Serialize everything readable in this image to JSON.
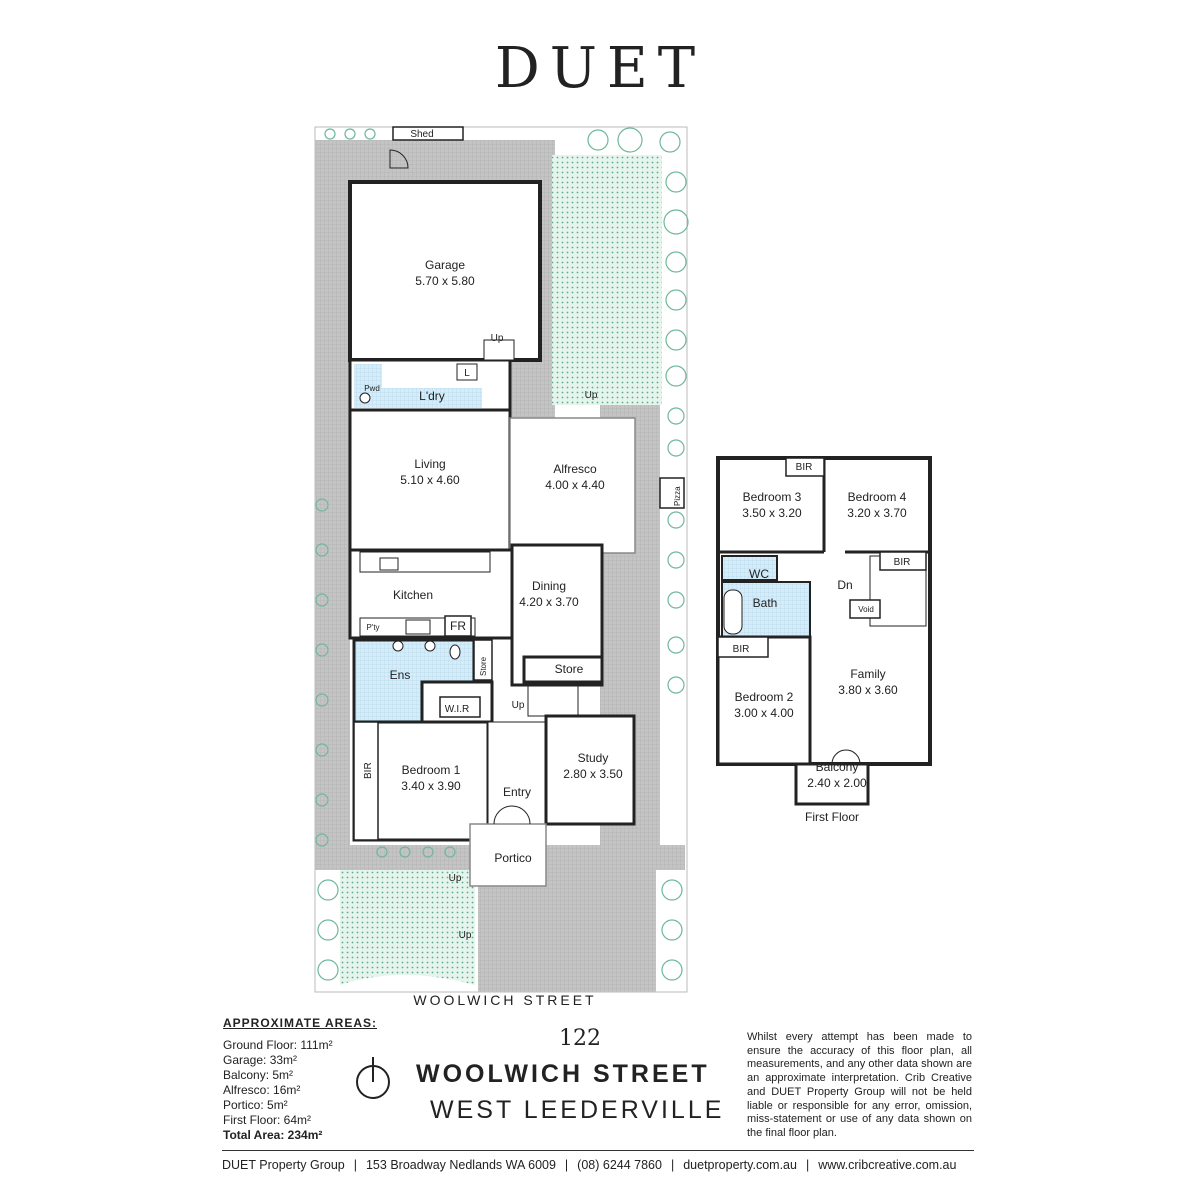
{
  "brand": "DUET",
  "ground": {
    "rooms": [
      {
        "name": "Garage",
        "dims": "5.70 x 5.80"
      },
      {
        "name": "Living",
        "dims": "5.10 x 4.60"
      },
      {
        "name": "Alfresco",
        "dims": "4.00 x 4.40"
      },
      {
        "name": "Dining",
        "dims": "4.20 x 3.70"
      },
      {
        "name": "Bedroom 1",
        "dims": "3.40 x 3.90"
      },
      {
        "name": "Study",
        "dims": "2.80 x 3.50"
      }
    ],
    "labels": {
      "shed": "Shed",
      "pwd": "Pwd",
      "ldry": "L'dry",
      "l": "L",
      "up": "Up",
      "kitchen": "Kitchen",
      "pty": "P'ty",
      "fr": "FR",
      "store_v": "Store",
      "ens": "Ens",
      "wir": "W.I.R",
      "store": "Store",
      "bir": "BIR",
      "entry": "Entry",
      "portico": "Portico",
      "pizza": "Pizza"
    }
  },
  "first": {
    "rooms": [
      {
        "name": "Bedroom 3",
        "dims": "3.50 x 3.20"
      },
      {
        "name": "Bedroom 4",
        "dims": "3.20 x 3.70"
      },
      {
        "name": "Bedroom 2",
        "dims": "3.00 x 4.00"
      },
      {
        "name": "Family",
        "dims": "3.80 x 3.60"
      },
      {
        "name": "Balcony",
        "dims": "2.40 x 2.00"
      }
    ],
    "labels": {
      "bir": "BIR",
      "wc": "WC",
      "bath": "Bath",
      "dn": "Dn",
      "void": "Void",
      "title": "First Floor"
    }
  },
  "street": "WOOLWICH STREET",
  "areas": {
    "heading": "APPROXIMATE AREAS:",
    "items": [
      "Ground Floor: 111m²",
      "Garage: 33m²",
      "Balcony: 5m²",
      "Alfresco: 16m²",
      "Portico: 5m²",
      "First Floor: 64m²"
    ],
    "total": "Total Area: 234m²"
  },
  "address": {
    "number": "122",
    "street": "WOOLWICH STREET",
    "suburb": "WEST LEEDERVILLE"
  },
  "disclaimer": "Whilst every attempt has been made to ensure the accuracy of this floor plan, all measurements, and any other data shown are an approximate interpretation. Crib Creative and DUET Property Group will not be held liable or responsible for any error, omission, miss-statement or use of any data shown on the final floor plan.",
  "footer": {
    "company": "DUET Property Group",
    "address": "153 Broadway Nedlands WA 6009",
    "phone": "(08) 6244 7860",
    "web1": "duetproperty.com.au",
    "web2": "www.cribcreative.com.au"
  },
  "colors": {
    "wall": "#222222",
    "paving": "#bdbdbd",
    "lawn": "#cfe9dd",
    "wet": "#cde6f5",
    "tree": "#6fb79a"
  },
  "icons": [
    "compass-icon",
    "tree-icon",
    "door-icon",
    "stair-icon"
  ]
}
